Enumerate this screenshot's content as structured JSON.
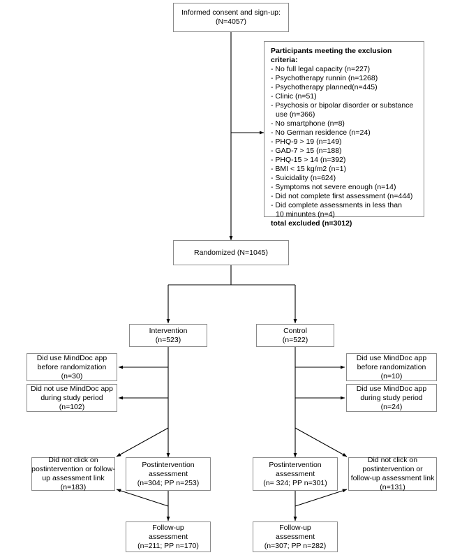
{
  "diagram": {
    "title": "CONSORT participant flow diagram",
    "line_color": "#000000",
    "box_border_color": "#8a8a8a",
    "background": "#ffffff"
  },
  "nodes": {
    "consent": {
      "lines": [
        "Informed consent and sign-up:",
        "(N=4057)"
      ]
    },
    "exclusion": {
      "heading": "Participants meeting the exclusion criteria:",
      "items": [
        "- No full legal capacity (n=227)",
        "- Psychotherapy runnin (n=1268)",
        "- Psychotherapy planned(n=445)",
        "- Clinic (n=51)",
        "- Psychosis or bipolar disorder or substance",
        "use (n=366)",
        "- No smartphone (n=8)",
        "- No German residence (n=24)",
        "- PHQ-9 > 19 (n=149)",
        "- GAD-7 > 15 (n=188)",
        "- PHQ-15 > 14 (n=392)",
        "- BMI < 15 kg/m2 (n=1)",
        "- Suicidality (n=624)",
        "- Symptoms not severe enough (n=14)",
        "- Did not complete first assessment (n=444)",
        "- Did complete assessments in less than",
        "10 minuntes (n=4)"
      ],
      "indented_indices": [
        5,
        16
      ],
      "total": "total excluded (n=3012)"
    },
    "randomized": {
      "lines": [
        "Randomized (N=1045)"
      ]
    },
    "intervention": {
      "lines": [
        "Intervention",
        "(n=523)"
      ]
    },
    "control": {
      "lines": [
        "Control",
        "(n=522)"
      ]
    },
    "int_used_before": {
      "lines": [
        "Did use MindDoc app",
        "before randomization",
        "(n=30)"
      ]
    },
    "int_not_used_during": {
      "lines": [
        "Did not use MindDoc app",
        "during study period",
        "(n=102)"
      ]
    },
    "ctl_used_before": {
      "lines": [
        "Did use MindDoc app",
        "before randomization",
        "(n=10)"
      ]
    },
    "ctl_used_during": {
      "lines": [
        "Did use MindDoc app",
        "during study period",
        "(n=24)"
      ]
    },
    "int_no_click": {
      "lines": [
        "Did not click on",
        "postintervention or follow-",
        "up assessment link",
        "(n=183)"
      ]
    },
    "int_post": {
      "lines": [
        "Postintervention",
        "assessment",
        "(n=304; PP n=253)"
      ]
    },
    "ctl_post": {
      "lines": [
        "Postintervention",
        "assessment",
        "(n= 324; PP n=301)"
      ]
    },
    "ctl_no_click": {
      "lines": [
        "Did not click on",
        "postintervention or",
        "follow-up assessment link",
        "(n=131)"
      ]
    },
    "int_followup": {
      "lines": [
        "Follow-up",
        "assessment",
        "(n=211; PP n=170)"
      ]
    },
    "ctl_followup": {
      "lines": [
        "Follow-up",
        "assessment",
        "(n=307; PP n=282)"
      ]
    }
  }
}
